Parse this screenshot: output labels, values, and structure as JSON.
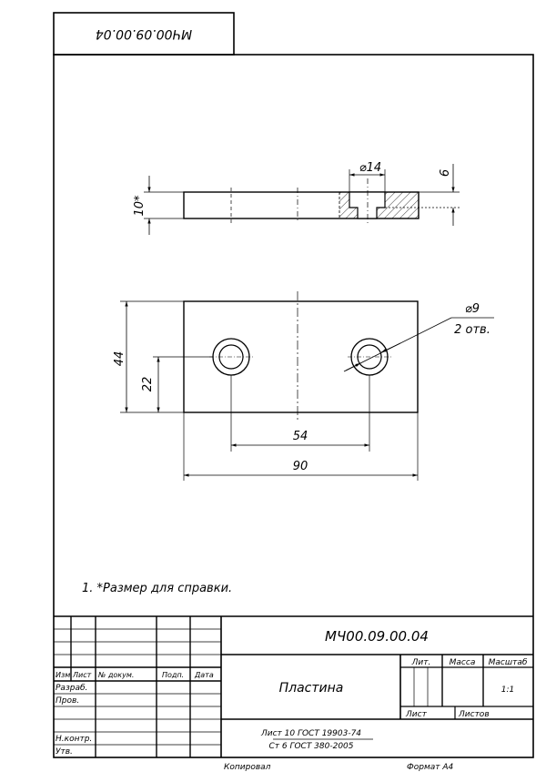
{
  "drawing": {
    "doc_number": "МЧ00.09.00.04",
    "note": "1. *Размер для справки."
  },
  "dimensions": {
    "hole_dia": "⌀14",
    "cbore_depth": "6",
    "thickness": "10*",
    "small_hole": "⌀9",
    "holes_count": "2 отв.",
    "height": "44",
    "half_height": "22",
    "hole_spacing": "54",
    "length": "90"
  },
  "title_block": {
    "part_name": "Пластина",
    "material_line1": "Лист 10 ГОСТ 19903-74",
    "material_line2": "Ст 6 ГОСТ 380-2005",
    "scale_value": "1:1",
    "headers": {
      "izm": "Изм",
      "list": "Лист",
      "doc_num": "№ докум.",
      "sign": "Подп.",
      "date": "Дата",
      "razrab": "Разраб.",
      "prov": "Пров.",
      "nkontr": "Н.контр.",
      "utv": "Утв.",
      "lit": "Лит.",
      "massa": "Масса",
      "masshtab": "Масштаб",
      "sheet": "Лист",
      "sheets": "Листов"
    },
    "footer": {
      "copied": "Копировал",
      "format": "Формат А4"
    }
  }
}
